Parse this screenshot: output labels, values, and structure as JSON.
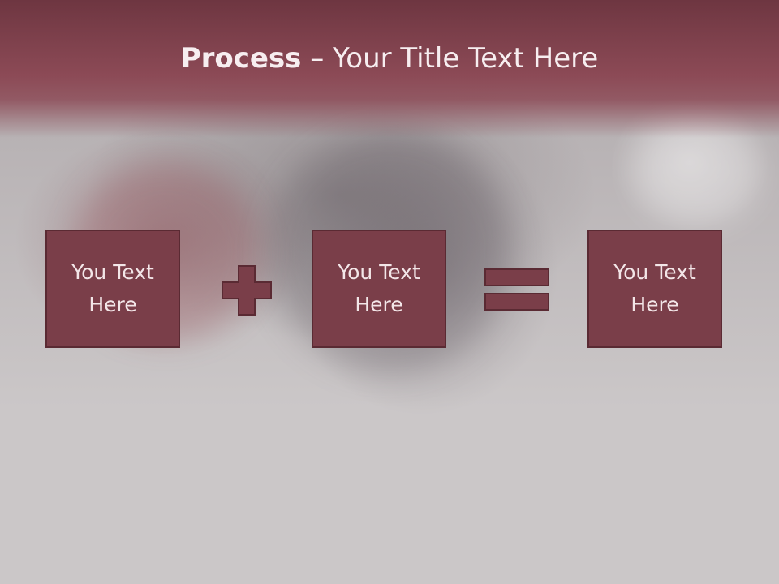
{
  "title": {
    "bold": "Process",
    "rest": " – Your Title Text Here"
  },
  "boxes": [
    {
      "line1": "You Text",
      "line2": "Here"
    },
    {
      "line1": "You Text",
      "line2": "Here"
    },
    {
      "line1": "You Text",
      "line2": "Here"
    }
  ],
  "operators": [
    "plus-icon",
    "equals-icon"
  ],
  "colors": {
    "accent": "#7a3e49",
    "title_band": "#8c4a56",
    "background": "#cbc7c8"
  }
}
